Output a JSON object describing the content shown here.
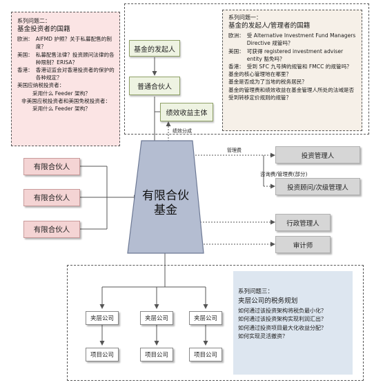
{
  "panel_left": {
    "heading": "系列问题二：",
    "title": "基金投资者的国籍",
    "rows": [
      {
        "key": "欧洲：",
        "text": "AIFMD 护照？关于私募配售的制度？"
      },
      {
        "key": "美国：",
        "text": "私募配售法律？投资顾问法律的各种限制？ERISA？"
      },
      {
        "key": "香港：",
        "text": "香港证监会对香港投资者的保护的各种规定？"
      }
    ],
    "taxed_heading": "美国应纳税投资者：",
    "taxed_q": "采用什么 Feeder 架构？",
    "exempt_heading": "非美国应税投资者和美国免税投资者：",
    "exempt_q": "采用什么 Feeder 架构？"
  },
  "panel_right": {
    "heading": "系列问题一：",
    "title": "基金的发起人/管理者的国籍",
    "rows": [
      {
        "key": "欧洲：",
        "text": "受 Alternative Investment Fund Managers Directive 规管吗？"
      },
      {
        "key": "美国：",
        "text": "可获得 registered investment adviser entity 豁免吗？"
      },
      {
        "key": "香港：",
        "text": "受到 SFC 九号牌的规管和 FMCC 的规管吗？"
      }
    ],
    "q1": "基金的核心管理地在哪里？",
    "q2": "基金是否成为了当地的税务居民？",
    "q3": "基金的管理费和绩效收益在基金管理人所处的法域是否受到转移定价规则的规管？"
  },
  "panel_bottom": {
    "heading": "系列问题三：",
    "title": "夹层公司的税务规划",
    "lines": [
      "如何通过该投资架构将税负最小化？",
      "如何通过该投资架构实现利润汇出？",
      "如何通过投资项目最大化收益分配？",
      "如何实现灵活撤资？"
    ]
  },
  "nodes": {
    "sponsor": "基金的发起人",
    "gp": "普通合伙人",
    "carry_entity": "绩效收益主体",
    "lp1": "有限合伙人",
    "lp2": "有限合伙人",
    "lp3": "有限合伙人",
    "fund_line1": "有限合伙",
    "fund_line2": "基金",
    "manager": "投资管理人",
    "advisor": "投资顾问/次级管理人",
    "admin": "行政管理人",
    "auditor": "审计师",
    "holdcos": [
      "夹层公司",
      "夹层公司",
      "夹层公司"
    ],
    "projects": [
      "项目公司",
      "项目公司",
      "项目公司"
    ]
  },
  "edge_labels": {
    "carry": "绩效分成",
    "mgmt_fee": "管理费",
    "advisory_fee": "咨询费/管理费(部分)"
  },
  "colors": {
    "pink_panel": "#fbe4e4",
    "beige_panel": "#f6f0e8",
    "blue_panel": "#dde6f0",
    "green_box": "#eef3e2",
    "fund_fill": "#b4bdd1"
  }
}
